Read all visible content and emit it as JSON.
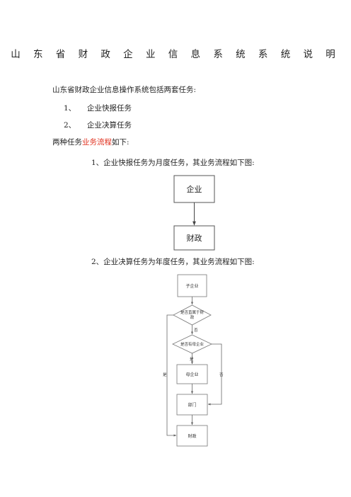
{
  "doc": {
    "title": "山 东 省 财 政 企 业 信 息 系 统 系 统 说 明",
    "intro": "山东省财政企业信息操作系统包括两套任务:",
    "list": [
      {
        "num": "1、",
        "text": "企业快报任务"
      },
      {
        "num": "2、",
        "text": "企业决算任务"
      }
    ],
    "both_prefix": "两种任务",
    "both_highlight": "业务流程",
    "both_suffix": "如下:",
    "highlight_color": "#e0301e",
    "section1": "1、企业快报任务为月度任务，其业务流程如下图:",
    "section2": "2、企业决算任务为年度任务，其业务流程如下图:"
  },
  "flow1": {
    "nodes": [
      "企业",
      "财政"
    ]
  },
  "flow2": {
    "nodes": {
      "start": "子企业",
      "q1": [
        "是否直属于财",
        "政"
      ],
      "q2": "是否有母企业",
      "mother": "母企业",
      "dept": "部门",
      "finance": "财政"
    },
    "edge_labels": {
      "q1_no": "否",
      "q1_yes": "是",
      "q2_yes": "是",
      "q2_no": "否"
    }
  }
}
